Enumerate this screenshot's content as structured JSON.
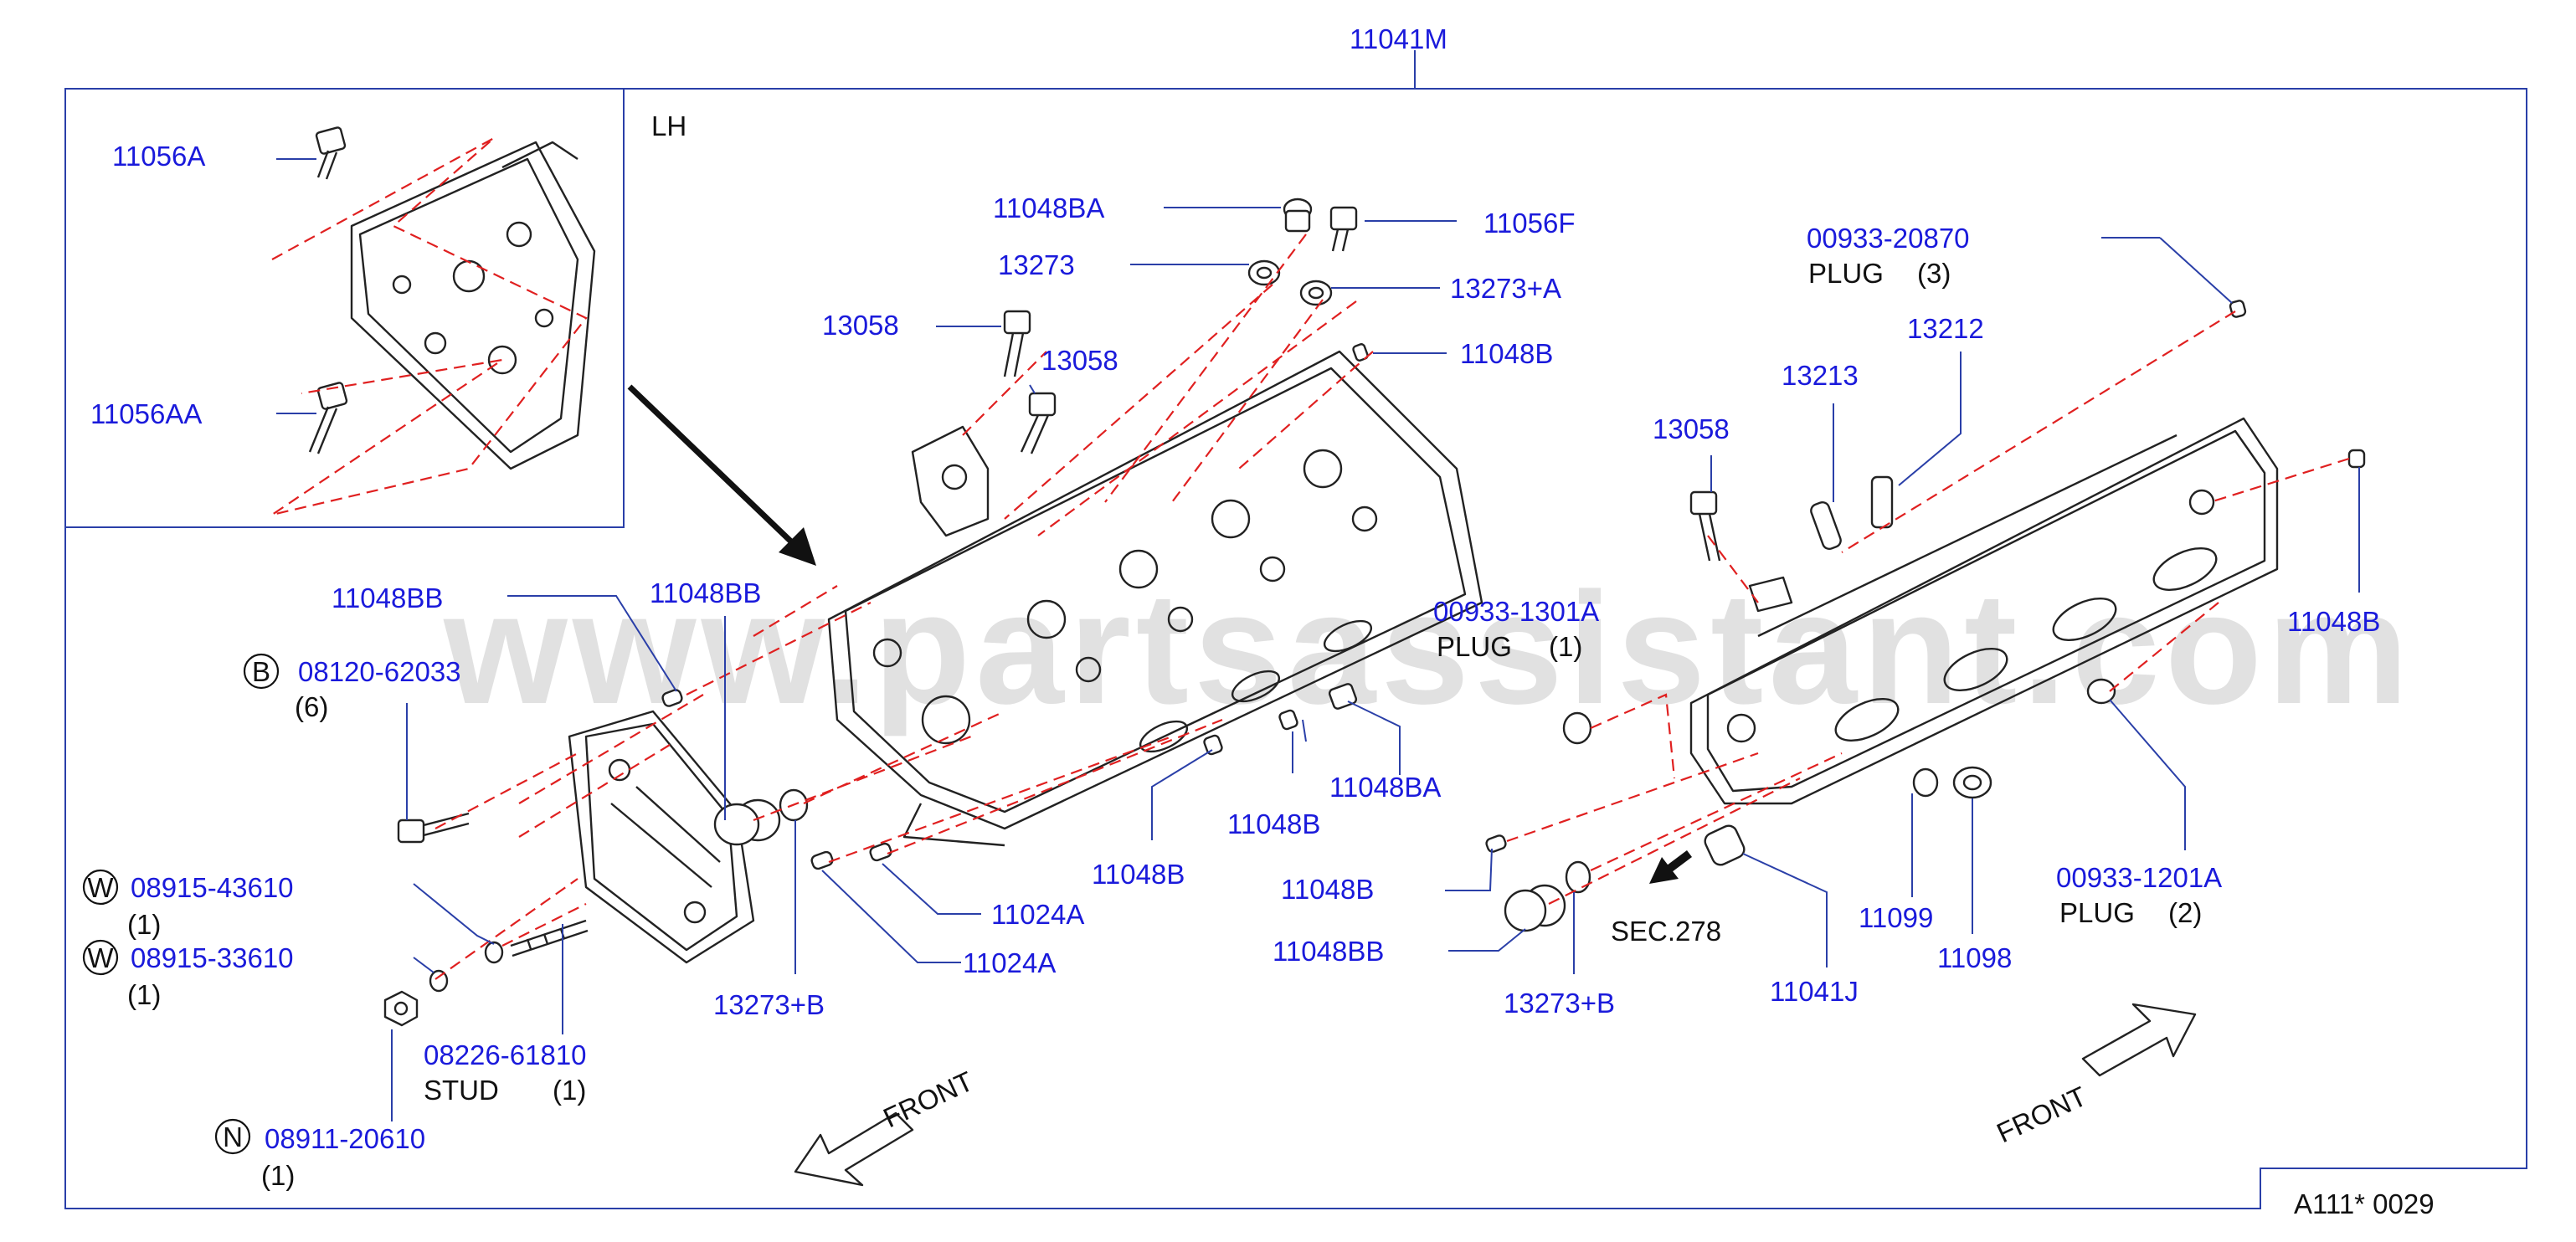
{
  "diagram": {
    "assembly_label": "11041M",
    "inset_label": "LH",
    "sheet_code": "A111*   0029",
    "watermark": "www.partsassistant.com",
    "front_left": "FRONT",
    "front_right": "FRONT",
    "sec_ref": "SEC.278",
    "callouts": {
      "c11056A": "11056A",
      "c11056AA": "11056AA",
      "c11048BA_top": "11048BA",
      "c11056F": "11056F",
      "c13273_top": "13273",
      "c13273A": "13273+A",
      "c13058_a": "13058",
      "c13058_b": "13058",
      "c11048B_top": "11048B",
      "c00933_20870": "00933-20870",
      "plug3": "PLUG",
      "plug3_qty": "(3)",
      "c13212": "13212",
      "c13213": "13213",
      "c13058_c": "13058",
      "c11048B_right": "11048B",
      "c11048BB_a": "11048BB",
      "c11048BB_b": "11048BB",
      "c00933_1301A": "00933-1301A",
      "plug1": "PLUG",
      "plug1_qty": "(1)",
      "b_mark": "B",
      "c08120": "08120-62033",
      "q6": "(6)",
      "c11048BA_mid": "11048BA",
      "c11048B_mid": "11048B",
      "c11048B_low": "11048B",
      "c11048B_lower": "11048B",
      "c11024A_a": "11024A",
      "c11024A_b": "11024A",
      "w_mark_a": "W",
      "c08915_43610": "08915-43610",
      "q1_a": "(1)",
      "w_mark_b": "W",
      "c08915_33610": "08915-33610",
      "q1_b": "(1)",
      "c13273B_a": "13273+B",
      "c13273B_b": "13273+B",
      "c11048BB_c": "11048BB",
      "c00933_1201A": "00933-1201A",
      "plug2": "PLUG",
      "plug2_qty": "(2)",
      "c11099": "11099",
      "c11098": "11098",
      "c11041J": "11041J",
      "c08226": "08226-61810",
      "stud": "STUD",
      "q1_c": "(1)",
      "n_mark": "N",
      "c08911": "08911-20610",
      "q1_d": "(1)"
    }
  }
}
